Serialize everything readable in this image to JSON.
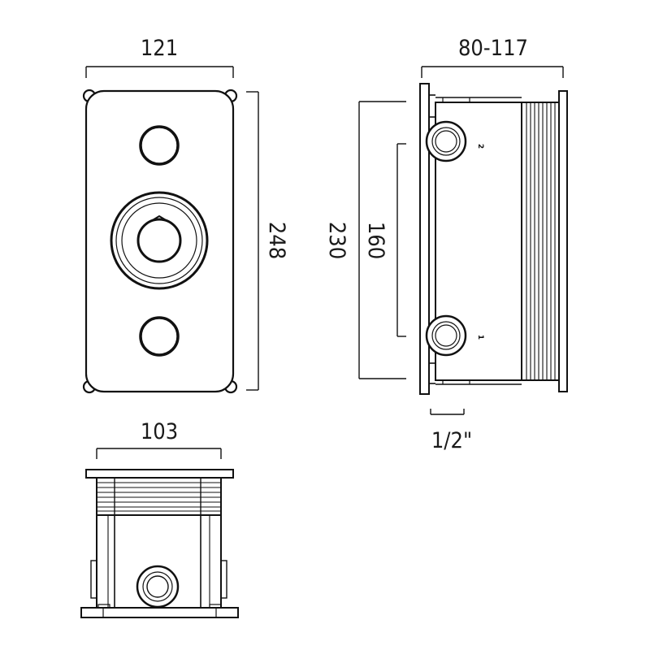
{
  "drawing": {
    "front_view": {
      "width_label": "121",
      "height_label": "248"
    },
    "side_view": {
      "depth_label": "80-117",
      "body_height_label": "230",
      "port_spacing_label": "160",
      "port_size_label": "1/2\"",
      "port_top_label": "2",
      "port_bottom_label": "1"
    },
    "bottom_view": {
      "width_label": "103"
    }
  }
}
